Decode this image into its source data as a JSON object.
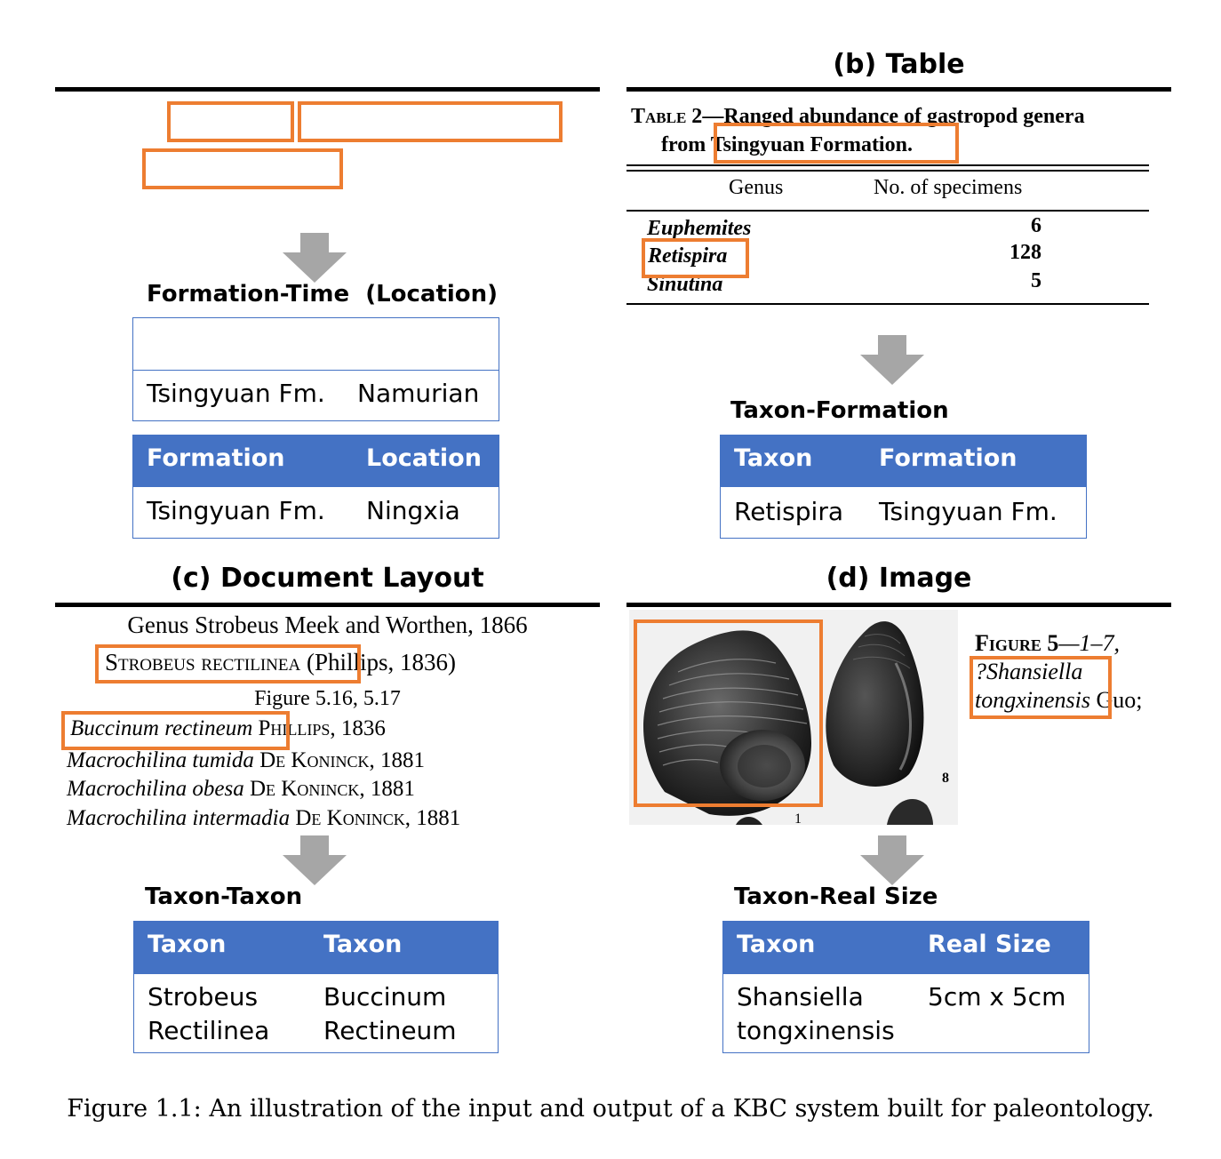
{
  "panel_a": {
    "title": "",
    "relation_label": "Formation-Time  (Location)",
    "table_time": {
      "header": [
        "",
        ""
      ],
      "row": [
        "Tsingyuan Fm.",
        "Namurian"
      ]
    },
    "table_location": {
      "header": [
        "Formation",
        "Location"
      ],
      "row": [
        "Tsingyuan Fm.",
        "Ningxia"
      ]
    }
  },
  "panel_b": {
    "title": "(b) Table",
    "scan": {
      "caption_prefix": "Table 2",
      "caption_line1": "—Ranged abundance of gastropod genera",
      "caption_line2_pre": "from ",
      "caption_line2_boxed": "Tsingyuan Formation.",
      "col_genus": "Genus",
      "col_count": "No. of specimens",
      "rows": [
        {
          "genus": "Euphemites",
          "count": "6"
        },
        {
          "genus": "Retispira",
          "count": "128"
        },
        {
          "genus": "Sinutina",
          "count": "5"
        }
      ]
    },
    "relation_label": "Taxon-Formation",
    "table": {
      "header": [
        "Taxon",
        "Formation"
      ],
      "row": [
        "Retispira",
        "Tsingyuan Fm."
      ]
    }
  },
  "panel_c": {
    "title": "(c) Document Layout",
    "scan": {
      "line1": "Genus Strobeus Meek and Worthen, 1866",
      "line2_boxed": "Strobeus rectilinea",
      "line2_rest": " (Phillips, 1836)",
      "line3": "Figure 5.16, 5.17",
      "line4_boxed": "Buccinum rectineum",
      "line4_rest": " Phillips, 1836",
      "line5_italic": "Macrochilina tumida",
      "line5_rest": " De Koninck, 1881",
      "line6_italic": "Macrochilina obesa",
      "line6_rest": " De Koninck, 1881",
      "line7_italic": "Macrochilina intermadia",
      "line7_rest": " De Koninck, 1881"
    },
    "relation_label": "Taxon-Taxon",
    "table": {
      "header": [
        "Taxon",
        "Taxon"
      ],
      "row": [
        [
          "Strobeus",
          "Rectilinea"
        ],
        [
          "Buccinum",
          "Rectineum"
        ]
      ]
    }
  },
  "panel_d": {
    "title": "(d) Image",
    "scan": {
      "fig_label": "Figure 5",
      "fig_range": "—1–7,",
      "species_line1": "?Shansiella",
      "species_line2": "tongxinensis",
      "author": " Guo;",
      "num_1": "1",
      "num_8": "8"
    },
    "relation_label": "Taxon-Real Size",
    "table": {
      "header": [
        "Taxon",
        "Real Size"
      ],
      "row": [
        [
          "Shansiella",
          "tongxinensis"
        ],
        "5cm x 5cm"
      ]
    }
  },
  "caption": "Figure 1.1: An illustration of the input and output of a KBC system built for paleontology.",
  "colors": {
    "highlight": "#ed7d31",
    "table_header": "#4472c4",
    "arrow": "#a6a6a6"
  }
}
